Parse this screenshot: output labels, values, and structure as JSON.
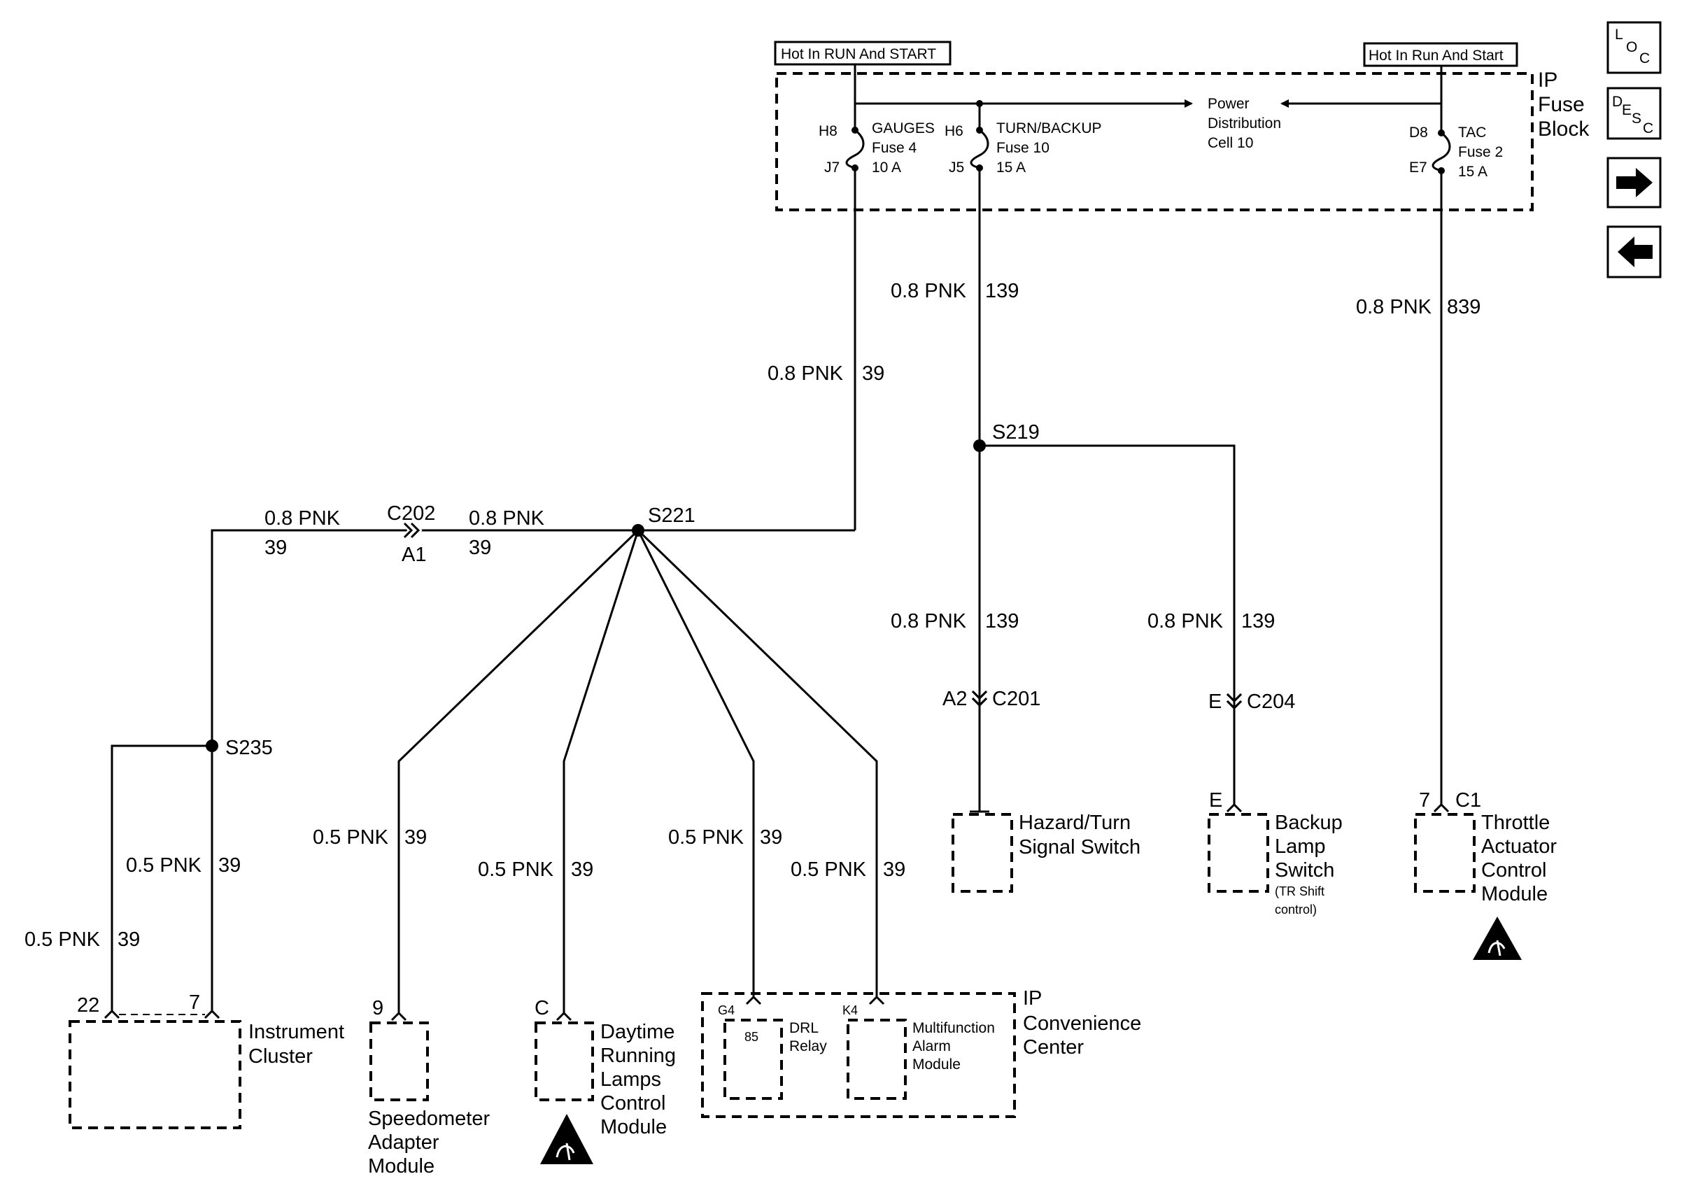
{
  "fuse_block": {
    "hot_left": "Hot In RUN And START",
    "hot_right": "Hot In Run And Start",
    "title_line1": "IP",
    "title_line2": "Fuse",
    "title_line3": "Block",
    "pdc_line1": "Power",
    "pdc_line2": "Distribution",
    "pdc_line3": "Cell 10",
    "fuse_gauges": {
      "pin_in": "H8",
      "pin_out": "J7",
      "name": "GAUGES",
      "fuse": "Fuse 4",
      "amps": "10 A"
    },
    "fuse_turn": {
      "pin_in": "H6",
      "pin_out": "J5",
      "name": "TURN/BACKUP",
      "fuse": "Fuse 10",
      "amps": "15 A"
    },
    "fuse_tac": {
      "pin_in": "D8",
      "pin_out": "E7",
      "name": "TAC",
      "fuse": "Fuse 2",
      "amps": "15 A"
    }
  },
  "nav": {
    "loc_l": "L",
    "loc_o": "O",
    "loc_c": "C",
    "desc_d": "D",
    "desc_e": "E",
    "desc_s": "S",
    "desc_c": "C"
  },
  "wires": {
    "w139_top": {
      "size": "0.8 PNK",
      "circuit": "139"
    },
    "w839": {
      "size": "0.8 PNK",
      "circuit": "839"
    },
    "w39_top": {
      "size": "0.8 PNK",
      "circuit": "39"
    },
    "w39_c202_left": {
      "size": "0.8 PNK",
      "circuit": "39"
    },
    "w39_c202_right": {
      "size": "0.8 PNK",
      "circuit": "39"
    },
    "w139_hazard": {
      "size": "0.8 PNK",
      "circuit": "139"
    },
    "w139_backup": {
      "size": "0.8 PNK",
      "circuit": "139"
    },
    "w39_cluster_7": {
      "size": "0.5 PNK",
      "circuit": "39"
    },
    "w39_cluster_22": {
      "size": "0.5 PNK",
      "circuit": "39"
    },
    "w39_speedo": {
      "size": "0.5 PNK",
      "circuit": "39"
    },
    "w39_drl": {
      "size": "0.5 PNK",
      "circuit": "39"
    },
    "w39_relay": {
      "size": "0.5 PNK",
      "circuit": "39"
    },
    "w39_alarm": {
      "size": "0.5 PNK",
      "circuit": "39"
    }
  },
  "splices": {
    "s219": "S219",
    "s221": "S221",
    "s235": "S235"
  },
  "connectors": {
    "c202": {
      "name": "C202",
      "pin": "A1"
    },
    "c201": {
      "name": "C201",
      "pin": "A2"
    },
    "c204": {
      "name": "C204",
      "pin": "E"
    }
  },
  "components": {
    "hazard": {
      "line1": "Hazard/Turn",
      "line2": "Signal Switch"
    },
    "backup": {
      "pin": "E",
      "line1": "Backup",
      "line2": "Lamp",
      "line3": "Switch",
      "note1": "(TR Shift",
      "note2": "control)"
    },
    "tac": {
      "pin": "7",
      "conn": "C1",
      "line1": "Throttle",
      "line2": "Actuator",
      "line3": "Control",
      "line4": "Module"
    },
    "cluster": {
      "pin_a": "22",
      "pin_b": "7",
      "line1": "Instrument",
      "line2": "Cluster"
    },
    "speedo": {
      "pin": "9",
      "line1": "Speedometer",
      "line2": "Adapter",
      "line3": "Module"
    },
    "drl": {
      "pin": "C",
      "line1": "Daytime",
      "line2": "Running",
      "line3": "Lamps",
      "line4": "Control",
      "line5": "Module"
    },
    "ipcc": {
      "line1": "IP",
      "line2": "Convenience",
      "line3": "Center"
    },
    "drl_relay": {
      "pin": "G4",
      "term": "85",
      "line1": "DRL",
      "line2": "Relay"
    },
    "alarm": {
      "pin": "K4",
      "line1": "Multifunction",
      "line2": "Alarm",
      "line3": "Module"
    }
  }
}
